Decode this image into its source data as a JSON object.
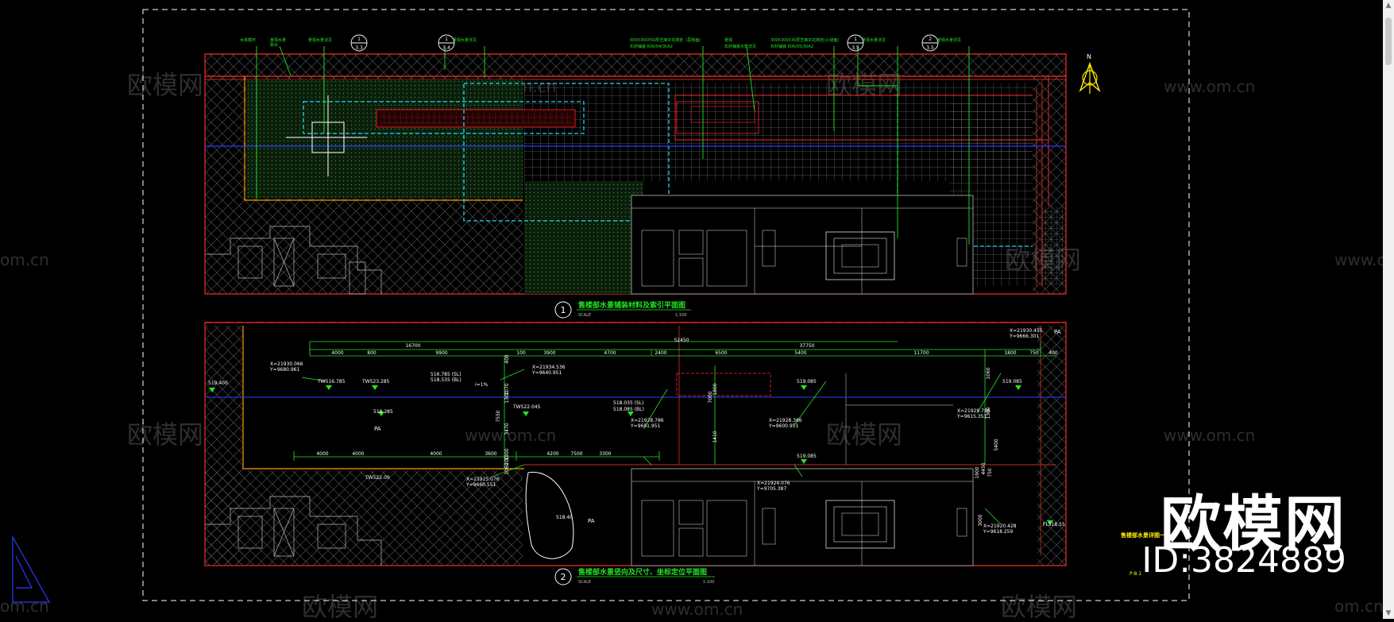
{
  "titles": {
    "plan1": {
      "num": "1",
      "text": "售楼部水景铺装材料及索引平面图",
      "scale_label": "SCALE",
      "scale": "1:100"
    },
    "plan2": {
      "num": "2",
      "text": "售楼部水景竖向及尺寸、坐标定位平面图",
      "scale_label": "SCALE",
      "scale": "1:100"
    }
  },
  "sheet": {
    "title": "售楼部水景详图一",
    "number": "P-8.1"
  },
  "north": "N",
  "pa_labels": [
    "PA",
    "PA",
    "PA"
  ],
  "callouts_top": [
    {
      "text": "水体循环",
      "sub": ""
    },
    {
      "text": "景观水景",
      "sub": "跌水"
    },
    {
      "text": "景观水景详见",
      "ref": "1",
      "sheet": "3.3"
    },
    {
      "text": "景观水景详见",
      "ref": "1",
      "sheet": "3.4"
    },
    {
      "text": "600X300X50厚芝麻灰花岗岩（荔枝面）",
      "sub": "石材铺装 K06/04/30A2"
    },
    {
      "text": "景观",
      "sub": "石材铺装大样详见"
    },
    {
      "text": "300X300X30厚芝麻灰花岗岩(火烧面)",
      "sub": "石材铺装 K06/05/30A2"
    },
    {
      "text": "景观水景详见",
      "ref": "1",
      "sheet": "3.5"
    },
    {
      "text": "景观水景详见",
      "ref": "2",
      "sheet": "3.5"
    }
  ],
  "dims_top_row": [
    "4000",
    "800",
    "9900",
    "100",
    "3900",
    "4700",
    "2400",
    "6500",
    "5400",
    "11700",
    "1800",
    "750",
    "400"
  ],
  "dims_totals": [
    "16700",
    "52450",
    "37750"
  ],
  "dims_bottom_row": [
    "4000",
    "4000",
    "4000",
    "3600",
    "4200",
    "7500",
    "3300"
  ],
  "dims_vertical": [
    "400",
    "1070",
    "1300",
    "7550",
    "3470",
    "1300",
    "200",
    "1060",
    "7000",
    "1410",
    "1800",
    "5400",
    "1060",
    "1300",
    "4450",
    "1900",
    "750",
    "3000"
  ],
  "elevations": [
    {
      "t": "519.400"
    },
    {
      "t": "TW516.785"
    },
    {
      "t": "TW523.285"
    },
    {
      "t": "516.785 (SL)"
    },
    {
      "t": "518.535 (BL)"
    },
    {
      "t": "i=1%"
    },
    {
      "t": "518.285"
    },
    {
      "t": "TW522.045"
    },
    {
      "t": "518.035 (SL)"
    },
    {
      "t": "518.085 (BL)"
    },
    {
      "t": "519.085"
    },
    {
      "t": "519.085"
    },
    {
      "t": "519.085"
    },
    {
      "t": "TW522.00"
    },
    {
      "t": "518.40"
    },
    {
      "t": "FL518.55"
    }
  ],
  "coords": [
    {
      "x": "X=21930.066",
      "y": "Y=9680.961"
    },
    {
      "x": "X=21934.536",
      "y": "Y=9640.951"
    },
    {
      "x": "X=21928.786",
      "y": "Y=9691.951"
    },
    {
      "x": "X=21928.386",
      "y": "Y=9600.951"
    },
    {
      "x": "X=21930.455",
      "y": "Y=9666.301"
    },
    {
      "x": "X=21929.786",
      "y": "Y=9615.351"
    },
    {
      "x": "X=21925.076",
      "y": "Y=9660.551"
    },
    {
      "x": "X=21924.076",
      "y": "Y=9705.387"
    },
    {
      "x": "X=21920.428",
      "y": "Y=9618.259"
    }
  ],
  "watermarks": [
    "欧模网",
    "www.om.cn",
    "om.cn"
  ],
  "brand": {
    "logo": "欧模网",
    "id": "ID:3824889"
  },
  "colors": {
    "bg": "#000000",
    "red": "#ff2a2a",
    "green": "#22e622",
    "cyan": "#19d7f0",
    "blue": "#2b3bff",
    "yellow": "#ffee00",
    "orange": "#ff9900",
    "white": "#ffffff",
    "grey": "#7f7f7f"
  }
}
